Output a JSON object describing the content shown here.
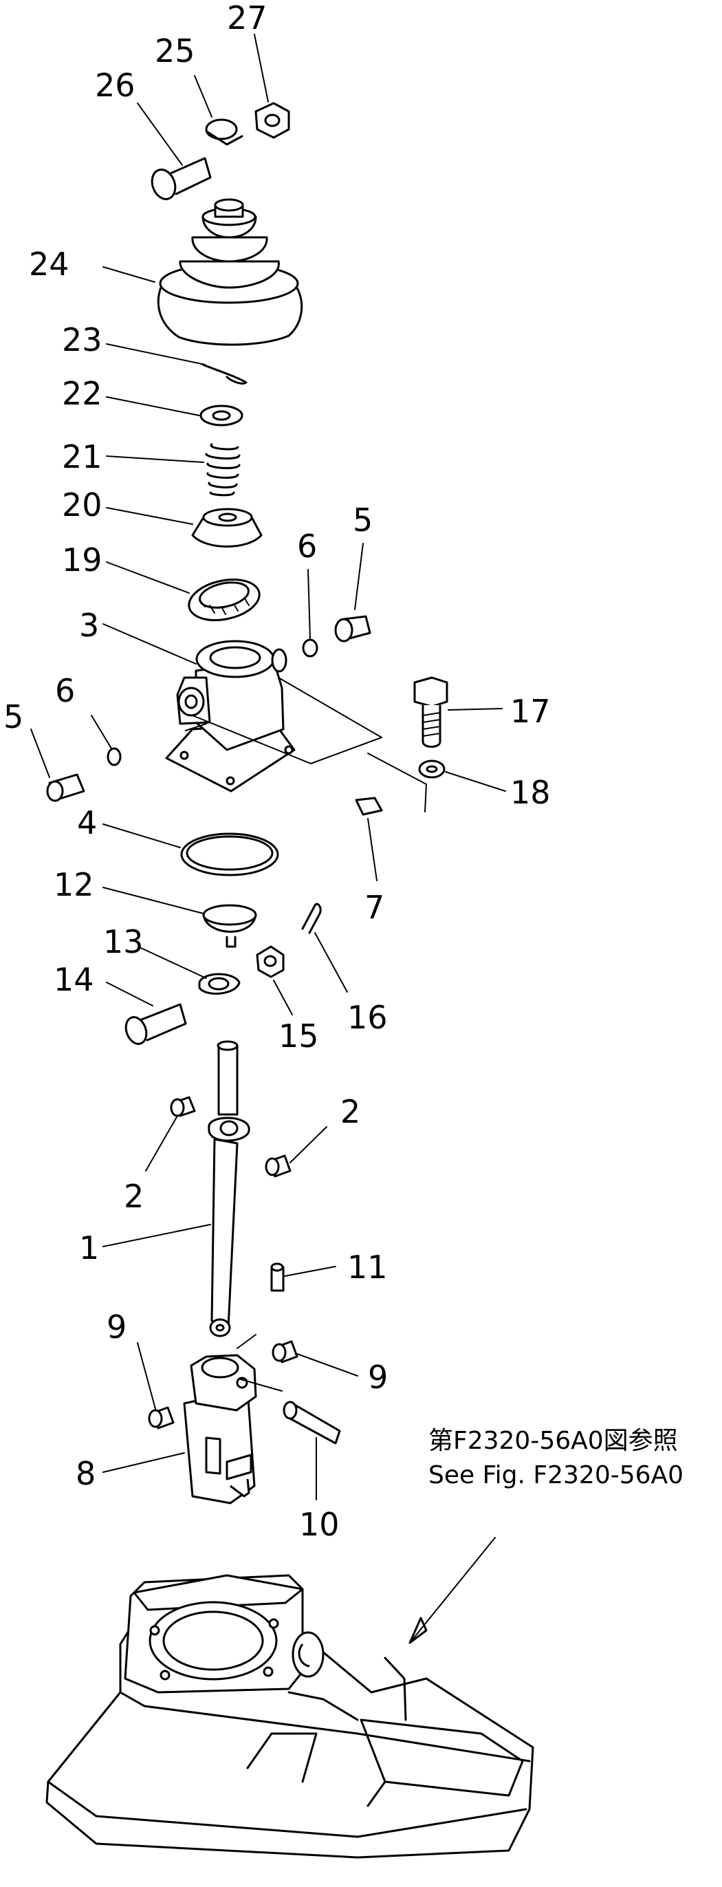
{
  "callouts": [
    "1",
    "2",
    "2",
    "3",
    "4",
    "5",
    "5",
    "6",
    "6",
    "7",
    "8",
    "9",
    "9",
    "10",
    "11",
    "12",
    "13",
    "14",
    "15",
    "16",
    "17",
    "18",
    "19",
    "20",
    "21",
    "22",
    "23",
    "24",
    "25",
    "26",
    "27"
  ],
  "reference_note": {
    "line1": "第F2320-56A0図参照",
    "line2": "See Fig. F2320-56A0"
  }
}
